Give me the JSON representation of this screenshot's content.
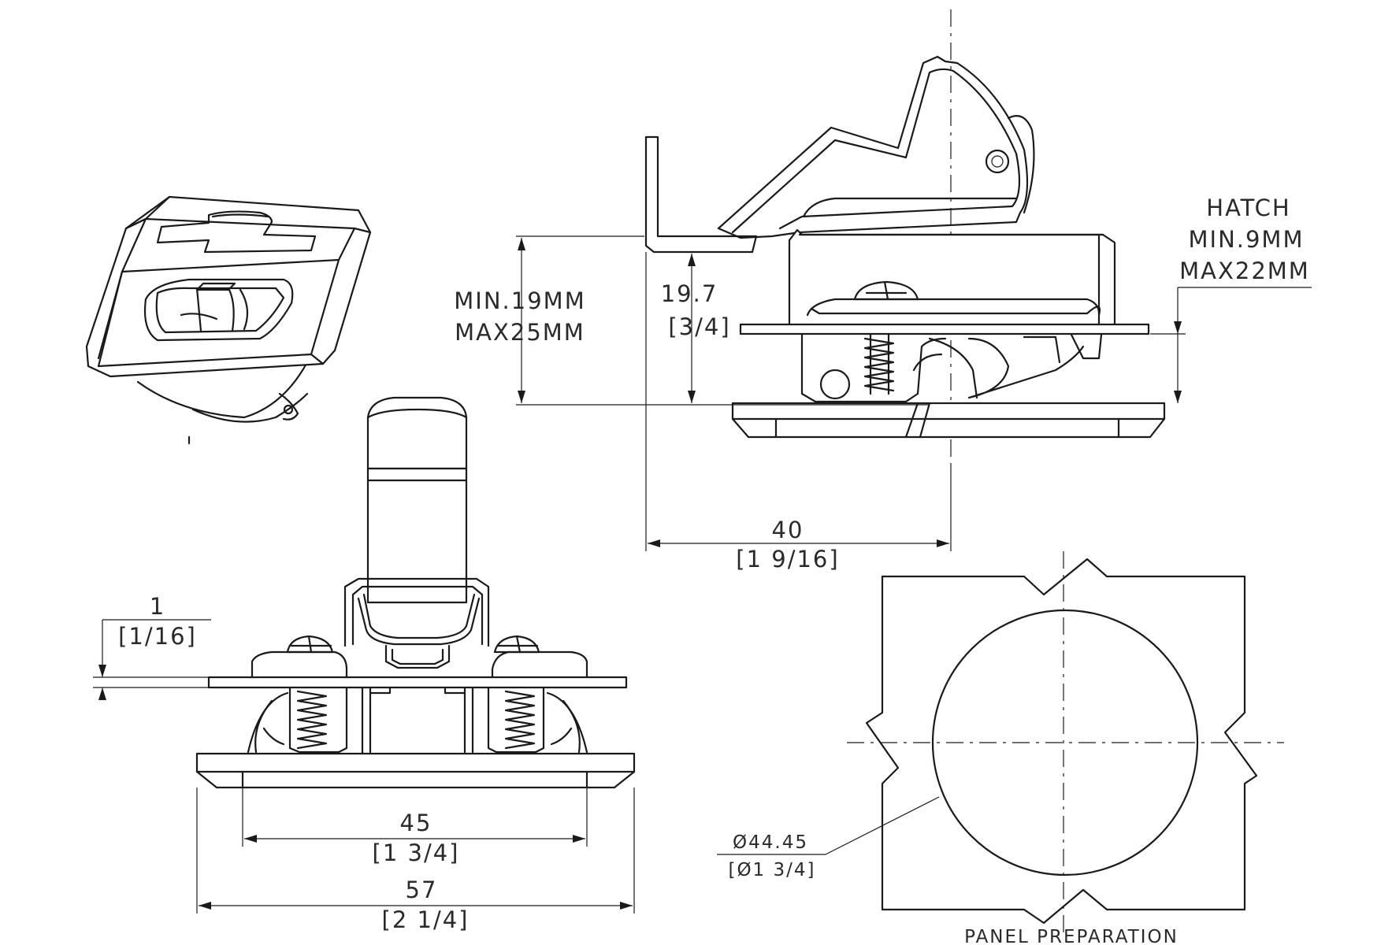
{
  "dimensions": {
    "hatch_title": "HATCH",
    "hatch_min": "MIN.9MM",
    "hatch_max": "MAX22MM",
    "panel_min": "MIN.19MM",
    "panel_max": "MAX25MM",
    "height_mm": "19.7",
    "height_in": "[3/4]",
    "depth_mm": "40",
    "depth_in": "[1 9/16]",
    "plate_mm": "1",
    "plate_in": "[1/16]",
    "inner_width_mm": "45",
    "inner_width_in": "[1 3/4]",
    "outer_width_mm": "57",
    "outer_width_in": "[2 1/4]",
    "cutout_diameter_mm": "Ø44.45",
    "cutout_diameter_in": "[Ø1 3/4]"
  },
  "labels": {
    "panel_preparation": "PANEL PREPARATION"
  }
}
